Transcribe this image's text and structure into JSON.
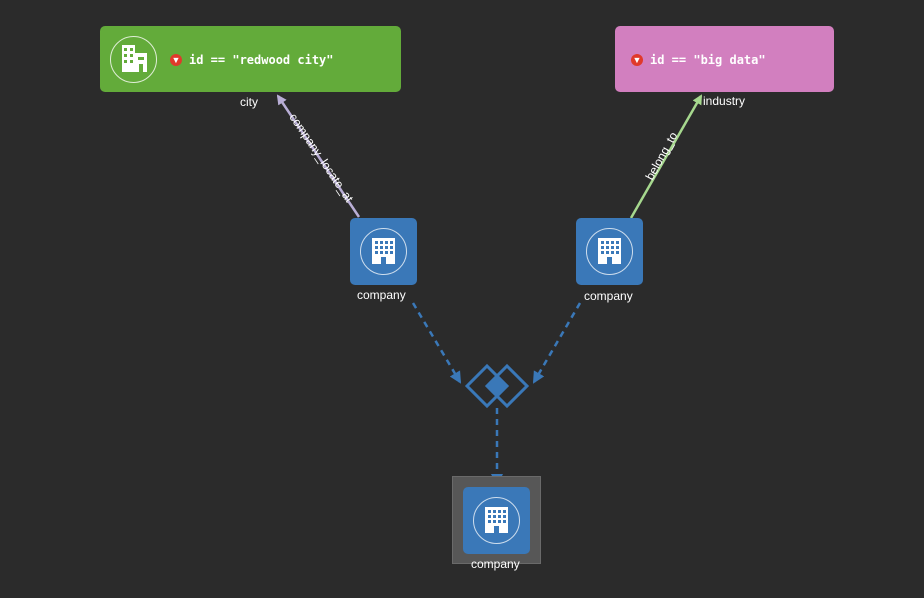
{
  "nodes": {
    "city": {
      "label": "city",
      "filter": "id == \"redwood city\"",
      "color": "#63ab3a"
    },
    "industry": {
      "label": "industry",
      "filter": "id == \"big data\"",
      "color": "#d27fbf"
    },
    "company_left": {
      "label": "company",
      "color": "#3a78b8"
    },
    "company_right": {
      "label": "company",
      "color": "#3a78b8"
    },
    "company_result": {
      "label": "company",
      "color": "#3a78b8"
    }
  },
  "edges": {
    "company_locate_at": {
      "label": "company_locate_at",
      "color": "#b9aed6"
    },
    "belong_to": {
      "label": "belong_to",
      "color": "#a6d88e"
    }
  },
  "join": {
    "icon": "intersection-icon",
    "color": "#3a78b8"
  },
  "icons": {
    "city": "city-buildings-icon",
    "company": "office-building-icon",
    "filter": "filter-icon"
  }
}
